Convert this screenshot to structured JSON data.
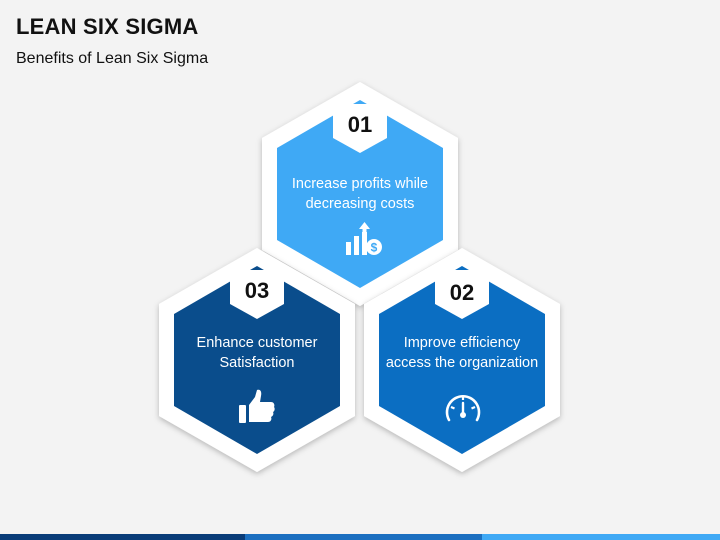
{
  "header": {
    "title": "LEAN SIX SIGMA",
    "subtitle": "Benefits of Lean Six Sigma"
  },
  "items": [
    {
      "number": "01",
      "line1": "Increase profits while",
      "line2": "decreasing costs",
      "icon": "profit-growth-icon",
      "color": "#3fa9f5"
    },
    {
      "number": "02",
      "line1": "Improve efficiency",
      "line2": "access the organization",
      "icon": "speedometer-icon",
      "color": "#0b6ec2"
    },
    {
      "number": "03",
      "line1": "Enhance customer",
      "line2": "Satisfaction",
      "icon": "thumbs-up-icon",
      "color": "#0a4d8c"
    }
  ],
  "colors": {
    "background": "#f3f3f3",
    "hex_border": "#ffffff",
    "footer": [
      "#0a3c78",
      "#1c6fc0",
      "#3fa9f5"
    ]
  }
}
